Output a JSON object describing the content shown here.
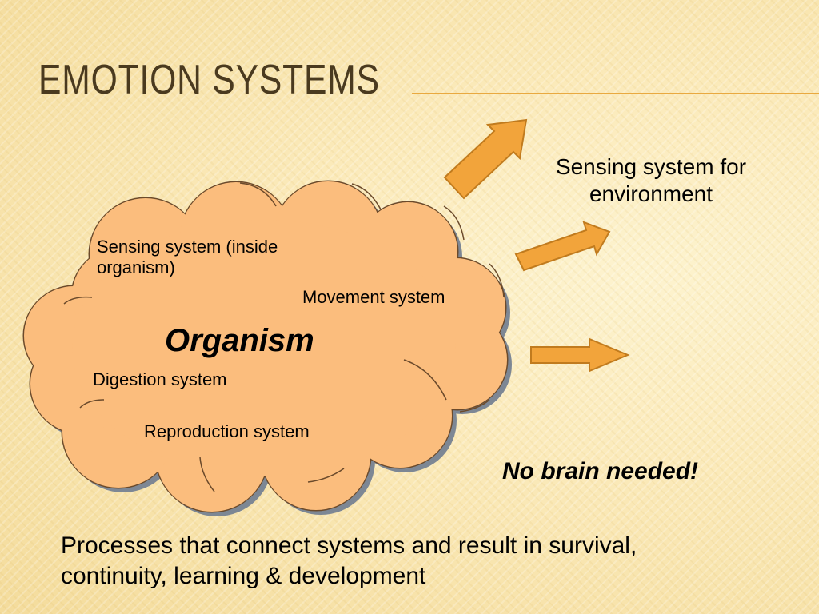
{
  "title": "EMOTION SYSTEMS",
  "organism": {
    "label": "Organism",
    "systems": {
      "inner_sensing": "Sensing system (inside organism)",
      "movement": "Movement system",
      "digestion": "Digestion system",
      "reproduction": "Reproduction system"
    }
  },
  "outer_sensing": "Sensing system for environment",
  "no_brain": "No brain needed!",
  "processes": "Processes that connect systems and result in survival, continuity, learning & development",
  "colors": {
    "cloud_fill": "#fbbd7d",
    "cloud_outline": "#6b4a2b",
    "arrow_fill": "#f2a43b",
    "arrow_stroke": "#c17b1e",
    "title": "#4a3a1f",
    "accent_rule": "#e9a940"
  }
}
